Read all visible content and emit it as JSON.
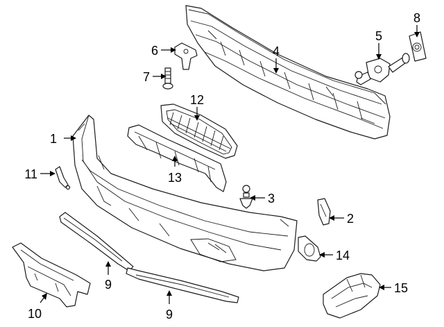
{
  "diagram": {
    "type": "exploded-parts",
    "callouts": [
      "1",
      "2",
      "3",
      "4",
      "5",
      "6",
      "7",
      "8",
      "9",
      "9",
      "10",
      "11",
      "12",
      "13",
      "14",
      "15"
    ]
  },
  "colors": {
    "line": "#1a1a1a",
    "background": "#ffffff",
    "fill": "#ffffff"
  }
}
